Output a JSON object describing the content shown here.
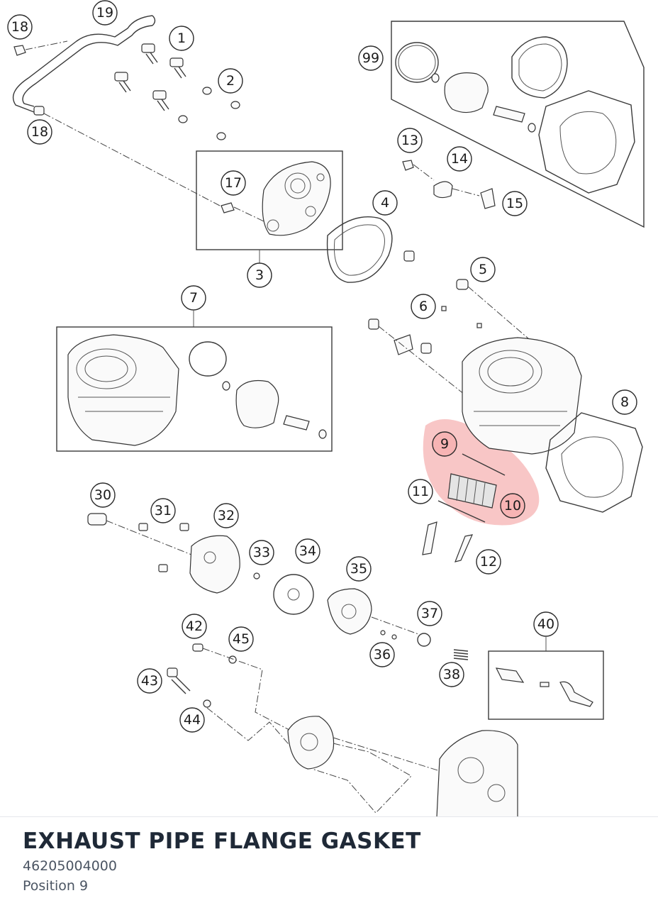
{
  "callouts": [
    "18",
    "19",
    "1",
    "2",
    "18",
    "17",
    "3",
    "4",
    "13",
    "14",
    "15",
    "99",
    "5",
    "6",
    "7",
    "8",
    "9",
    "10",
    "11",
    "12",
    "30",
    "31",
    "32",
    "33",
    "34",
    "35",
    "36",
    "37",
    "38",
    "40",
    "42",
    "45",
    "43",
    "44"
  ],
  "highlight": {
    "color": "#f4a0a0",
    "position": "9"
  },
  "part": {
    "name": "EXHAUST PIPE FLANGE GASKET",
    "number": "46205004000",
    "position_label": "Position 9"
  }
}
